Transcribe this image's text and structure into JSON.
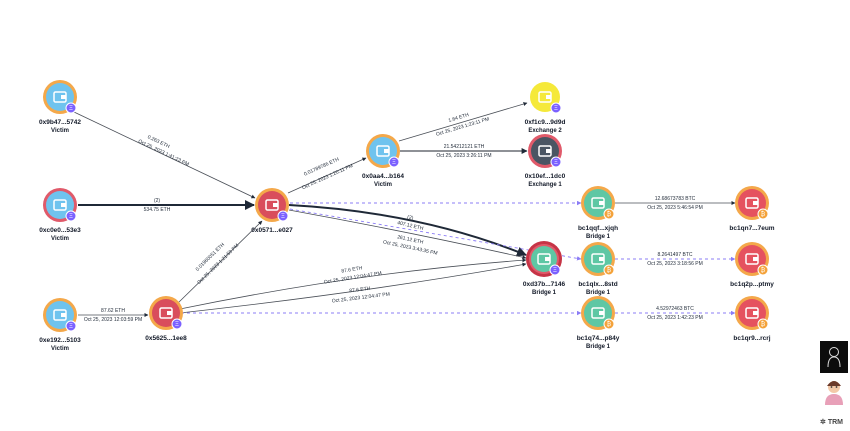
{
  "colors": {
    "victim_fill": "#6fc3ee",
    "victim_ring": "#f4a84a",
    "hub_fill": "#d94d5c",
    "hub_ring": "#f4a84a",
    "bridge_fill": "#5ec7a4",
    "bridge_ring_orange": "#f4a84a",
    "bridge_ring_red": "#e05a6a",
    "exchange_yellow": "#f5e93a",
    "exchange_dark": "#4a5563",
    "btc_dest_fill": "#e5525f",
    "eth_badge": "#7b61ff",
    "btc_badge": "#f4a23a",
    "edge_solid": "#4a4f57",
    "edge_dashed": "#8b7cf6"
  },
  "nodes": [
    {
      "id": "victim1",
      "label": "0x9b47...5742",
      "desc": "Victim",
      "icon": "wallet-icon",
      "badge": "eth"
    },
    {
      "id": "victim2",
      "label": "0xc0e0...53e3",
      "desc": "Victim",
      "icon": "wallet-icon",
      "badge": "eth"
    },
    {
      "id": "victim3",
      "label": "0xe192...5103",
      "desc": "Victim",
      "icon": "wallet-icon",
      "badge": "eth"
    },
    {
      "id": "mid5625",
      "label": "0x5625...1ee8",
      "desc": "",
      "icon": "wallet-icon",
      "badge": "eth"
    },
    {
      "id": "hub0571",
      "label": "0x0571...e027",
      "desc": "",
      "icon": "wallet-icon",
      "badge": "eth"
    },
    {
      "id": "victim4",
      "label": "0x0aa4...b164",
      "desc": "Victim",
      "icon": "wallet-icon",
      "badge": "eth"
    },
    {
      "id": "exch2",
      "label": "0xf1c9...9d9d",
      "desc": "Exchange 2",
      "icon": "exchange-icon",
      "badge": "eth"
    },
    {
      "id": "exch1",
      "label": "0x10ef...1dc0",
      "desc": "Exchange 1",
      "icon": "exchange-icon",
      "badge": "eth"
    },
    {
      "id": "bridgeEth",
      "label": "0xd37b...7146",
      "desc": "Bridge 1",
      "icon": "bridge-icon",
      "badge": "eth"
    },
    {
      "id": "b1",
      "label": "bc1qqf...xjqh",
      "desc": "Bridge 1",
      "icon": "bridge-icon",
      "badge": "btc"
    },
    {
      "id": "b2",
      "label": "bc1qlx...8std",
      "desc": "Bridge 1",
      "icon": "bridge-icon",
      "badge": "btc"
    },
    {
      "id": "b3",
      "label": "bc1q74...p84y",
      "desc": "Bridge 1",
      "icon": "bridge-icon",
      "badge": "btc"
    },
    {
      "id": "d1",
      "label": "bc1qn7...7eum",
      "desc": "",
      "icon": "wallet-icon",
      "badge": "btc"
    },
    {
      "id": "d2",
      "label": "bc1q2p...ptmy",
      "desc": "",
      "icon": "wallet-icon",
      "badge": "btc"
    },
    {
      "id": "d3",
      "label": "bc1qr9...rcrj",
      "desc": "",
      "icon": "wallet-icon",
      "badge": "btc"
    }
  ],
  "edges": [
    {
      "id": "e1",
      "from": "victim1",
      "to": "hub0571",
      "line1": "0.263 ETH",
      "line2": "Oct 25, 2023 1:41:23 PM"
    },
    {
      "id": "e2",
      "from": "victim2",
      "to": "hub0571",
      "line1": "(2)",
      "line2": "534.75 ETH"
    },
    {
      "id": "e3",
      "from": "victim3",
      "to": "mid5625",
      "line1": "87.62 ETH",
      "line2": "Oct 25, 2023 12:03:59 PM"
    },
    {
      "id": "e4",
      "from": "mid5625",
      "to": "hub0571",
      "line1": "0.01960051 ETH",
      "line2": "Oct 25, 2023 1:21:59 PM"
    },
    {
      "id": "e5",
      "from": "hub0571",
      "to": "victim4",
      "line1": "0.01789786 ETH",
      "line2": "Oct 25, 2023 1:20:11 PM"
    },
    {
      "id": "e6",
      "from": "victim4",
      "to": "exch2",
      "line1": "1.64 ETH",
      "line2": "Oct 25, 2023 1:23:11 PM"
    },
    {
      "id": "e7",
      "from": "victim4",
      "to": "exch1",
      "line1": "21.54212121 ETH",
      "line2": "Oct 25, 2023 3:26:11 PM"
    },
    {
      "id": "e8",
      "from": "hub0571",
      "to": "bridgeEth",
      "line1": "(2)",
      "line2": "407.12 ETH"
    },
    {
      "id": "e9",
      "from": "hub0571",
      "to": "bridgeEth",
      "line1": "261.12 ETH",
      "line2": "Oct 25, 2023 3:43:35 PM"
    },
    {
      "id": "e10",
      "from": "mid5625",
      "to": "bridgeEth",
      "line1": "87.6 ETH",
      "line2": "Oct 25, 2023 12:04:47 PM"
    },
    {
      "id": "e11",
      "from": "mid5625",
      "to": "bridgeEth",
      "line1": "87.6 ETH",
      "line2": "Oct 25, 2023 12:04:47 PM"
    },
    {
      "id": "e12",
      "from": "hub0571",
      "to": "b1",
      "line1": "",
      "line2": ""
    },
    {
      "id": "e13",
      "from": "hub0571",
      "to": "b2",
      "line1": "",
      "line2": ""
    },
    {
      "id": "e14",
      "from": "mid5625",
      "to": "b3",
      "line1": "",
      "line2": ""
    },
    {
      "id": "e15",
      "from": "b1",
      "to": "d1",
      "line1": "12.68673783 BTC",
      "line2": "Oct 25, 2023 5:46:54 PM"
    },
    {
      "id": "e16",
      "from": "b2",
      "to": "d2",
      "line1": "8.2641497 BTC",
      "line2": "Oct 25, 2023 3:18:56 PM"
    },
    {
      "id": "e17",
      "from": "b3",
      "to": "d3",
      "line1": "4.52972463 BTC",
      "line2": "Oct 25, 2023 1:42:23 PM"
    }
  ],
  "side_panel": {
    "brand": "TRM",
    "avatar1_icon": "silhouette-avatar-icon",
    "avatar2_icon": "illustrated-avatar-icon"
  }
}
